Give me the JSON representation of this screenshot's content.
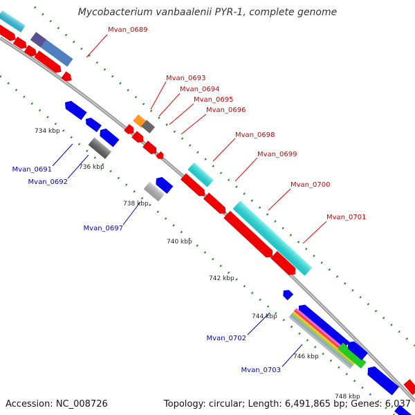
{
  "title": "Mycobacterium vanbaalenii PYR-1, complete genome",
  "footer": {
    "accession": "Accession: NC_008726",
    "summary": "Topology: circular; Length: 6,491,865 bp; Genes: 6,037"
  },
  "colors": {
    "forward_label": "#cc0000",
    "reverse_label": "#0000cc",
    "backbone": "#888888",
    "tick": "#2a8a2a"
  },
  "scale_ticks": [
    "734 kbp",
    "736 kbp",
    "738 kbp",
    "740 kbp",
    "742 kbp",
    "744 kbp",
    "746 kbp",
    "748 kbp"
  ],
  "gene_labels": [
    {
      "name": "Mvan_0689",
      "strand": "forward"
    },
    {
      "name": "Mvan_0693",
      "strand": "forward"
    },
    {
      "name": "Mvan_0694",
      "strand": "forward"
    },
    {
      "name": "Mvan_0695",
      "strand": "forward"
    },
    {
      "name": "Mvan_0696",
      "strand": "forward"
    },
    {
      "name": "Mvan_0698",
      "strand": "forward"
    },
    {
      "name": "Mvan_0699",
      "strand": "forward"
    },
    {
      "name": "Mvan_0700",
      "strand": "forward"
    },
    {
      "name": "Mvan_0701",
      "strand": "forward"
    },
    {
      "name": "Mvan_0691",
      "strand": "reverse"
    },
    {
      "name": "Mvan_0692",
      "strand": "reverse"
    },
    {
      "name": "Mvan_0697",
      "strand": "reverse"
    },
    {
      "name": "Mvan_0702",
      "strand": "reverse"
    },
    {
      "name": "Mvan_0703",
      "strand": "reverse"
    }
  ]
}
